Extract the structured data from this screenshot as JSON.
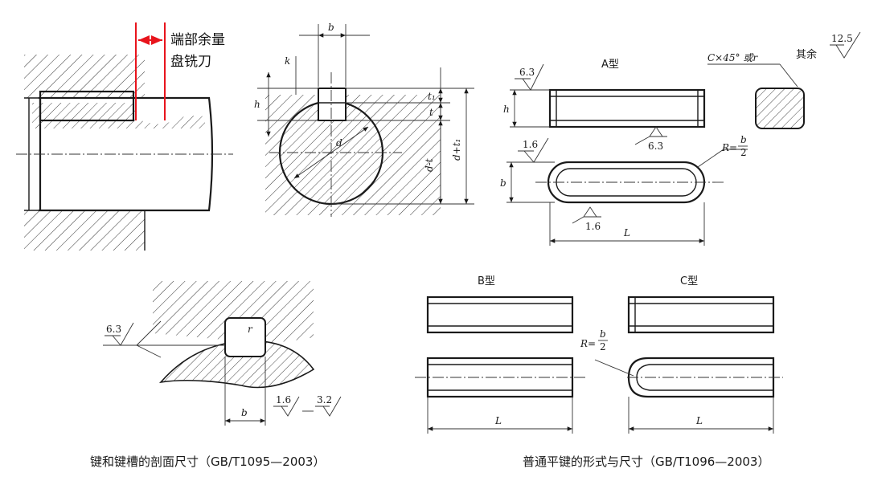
{
  "annotation": {
    "line1": "端部余量",
    "line2": "盘铣刀"
  },
  "cross_section": {
    "b": "b",
    "h": "h",
    "k": "k",
    "d": "d",
    "t": "t",
    "t1": "t₁",
    "d_minus_t": "d-t",
    "d_plus_t1": "d+t₁"
  },
  "type_a": {
    "title": "A型",
    "roughness_side": "6.3",
    "roughness_bottom": "6.3",
    "roughness_b": "1.6",
    "roughness_L": "1.6",
    "h": "h",
    "b": "b",
    "L": "L",
    "radius_label": "R=",
    "chamfer": "C×45° 或r",
    "rest_label": "其余",
    "rest_value": "12.5"
  },
  "keyway": {
    "roughness_left": "6.3",
    "roughness_b1": "1.6",
    "roughness_b2": "3.2",
    "r": "r",
    "b": "b"
  },
  "type_b": {
    "title": "B型",
    "L": "L"
  },
  "type_c": {
    "title": "C型",
    "radius_label": "R=",
    "L": "L"
  },
  "caption_left": "键和键槽的剖面尺寸（GB/T1095—2003）",
  "caption_right": "普通平键的形式与尺寸（GB/T1096—2003）",
  "colors": {
    "annotation_red": "#e8141c",
    "line": "#1a1a1a"
  }
}
